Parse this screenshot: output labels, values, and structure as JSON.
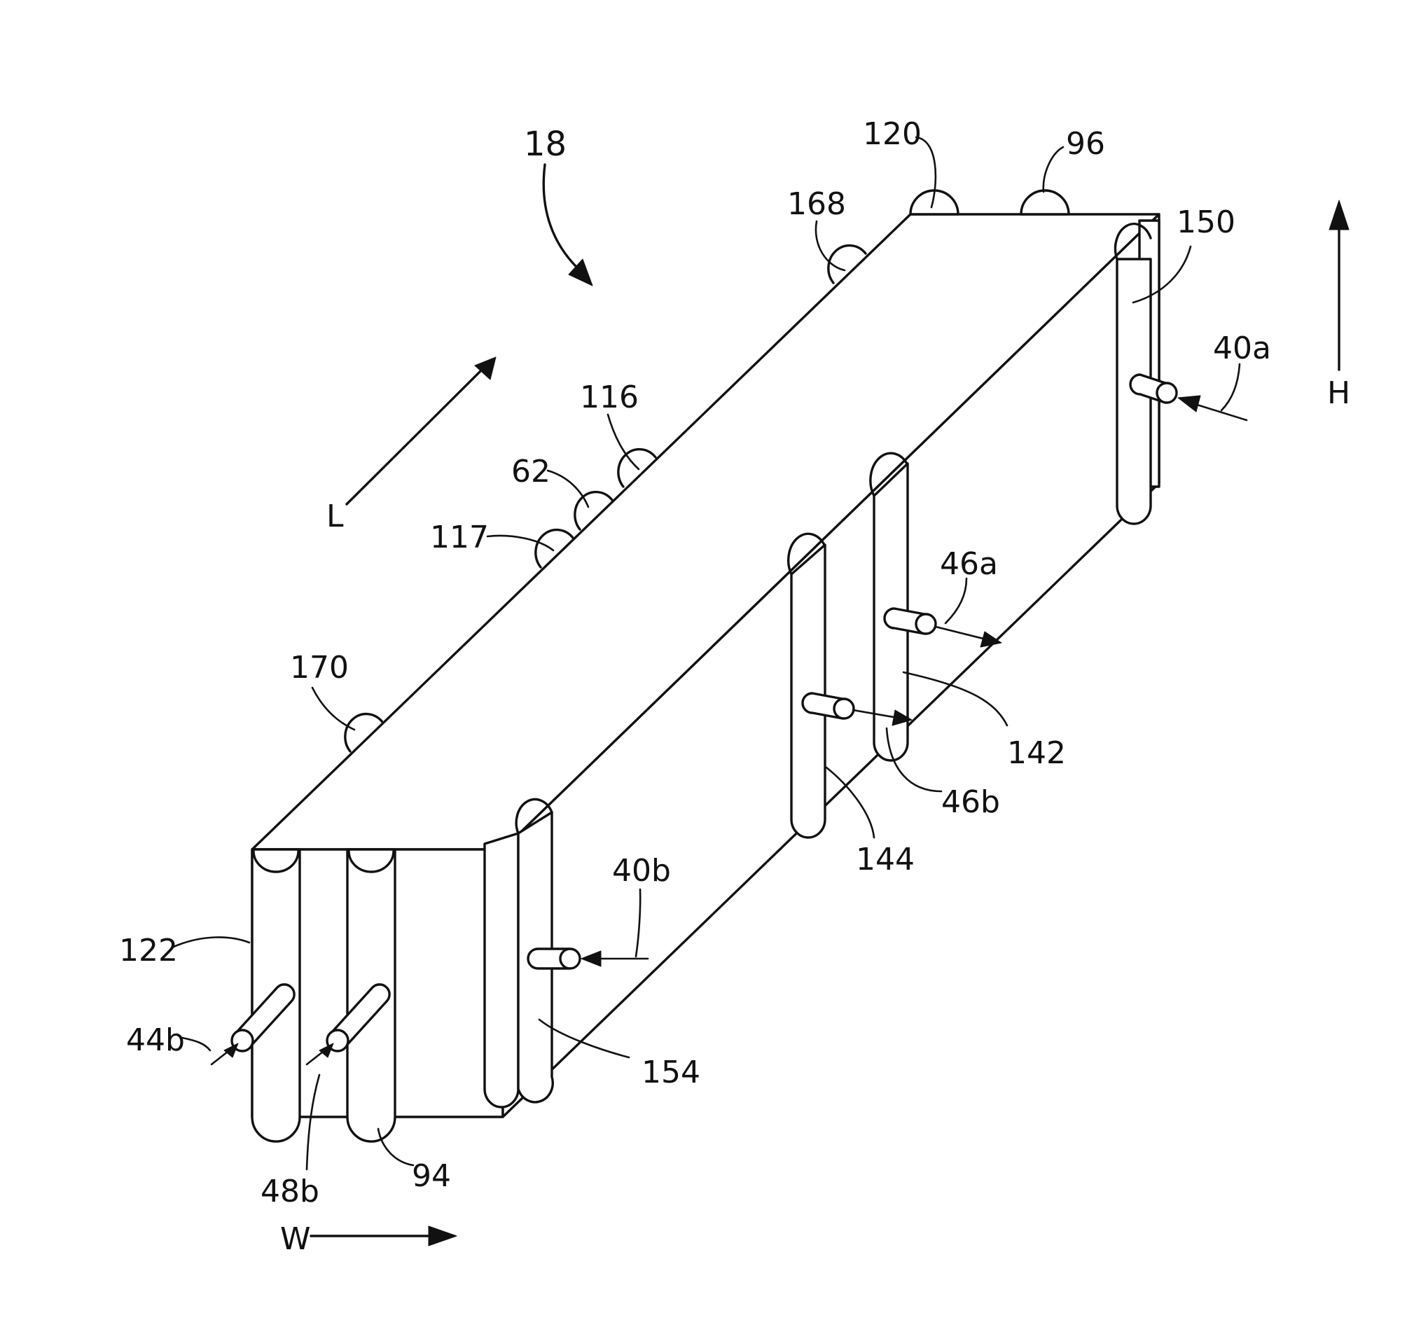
{
  "figure": {
    "reference_numeral": "18",
    "labels": {
      "l120": "120",
      "l96": "96",
      "l168": "168",
      "l150": "150",
      "l40a": "40a",
      "l116": "116",
      "l62": "62",
      "l117": "117",
      "l46a": "46a",
      "l170": "170",
      "l142": "142",
      "l46b": "46b",
      "l144": "144",
      "l40b": "40b",
      "l122": "122",
      "l44b": "44b",
      "l154": "154",
      "l48b": "48b",
      "l94": "94"
    },
    "axes": {
      "height": "H",
      "length": "L",
      "width": "W"
    }
  },
  "colors": {
    "ink": "#111111",
    "background": "#ffffff"
  }
}
